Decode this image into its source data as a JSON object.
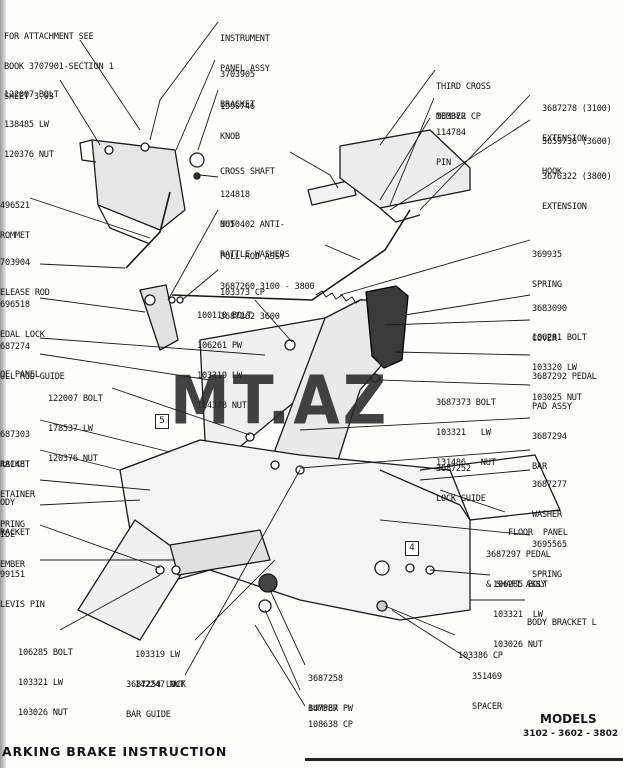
{
  "labels": {
    "attachment": [
      "FOR ATTACHMENT SEE",
      "BOOK 3707901-SECTION 1",
      "SHEET 3.03"
    ],
    "instrument_panel": [
      "INSTRUMENT",
      "PANEL ASSY"
    ],
    "bracket_3703905": [
      "3703905",
      "BRACKET"
    ],
    "knob": [
      "1990746",
      "KNOB"
    ],
    "bolt_122007_top": [
      "122007 BOLT",
      "138485 LW",
      "120376 NUT"
    ],
    "third_cross": [
      "THIRD CROSS",
      "MEMBER"
    ],
    "cp_103372": [
      "103372 CP"
    ],
    "pin_114784": [
      "114784",
      "PIN"
    ],
    "extension_3687278": [
      "3687278 (3100)",
      "EXTENSION"
    ],
    "hook_3659736": [
      "3659736 (3600)",
      "HOOK"
    ],
    "extension_3676322": [
      "3676322 (3800)",
      "EXTENSION"
    ],
    "cross_shaft": [
      "CROSS SHAFT"
    ],
    "nut_124818": [
      "124818",
      "NUT"
    ],
    "grommet": [
      "496521",
      "ROMMET"
    ],
    "washers_3650402": [
      "3650402 ANTI-",
      "RATTLE WASHERS"
    ],
    "release_rod": [
      "703904",
      "ELEASE ROD"
    ],
    "pull_rod_assy": [
      "PULL ROD ASSY",
      "3687260 3100 - 3800",
      "3687262 3600"
    ],
    "spring_369935": [
      "369935",
      "SPRING"
    ],
    "pedal_lock": [
      "696518",
      "EDAL LOCK"
    ],
    "cp_103373": [
      "103373 CP"
    ],
    "cover_3683090": [
      "3683090",
      "COVER"
    ],
    "bolt_100110": [
      "100110 BOLT",
      "106261 PW",
      "103319 LW",
      "114378 NUT"
    ],
    "bolt_106281": [
      "106281 BOLT",
      "103320 LW",
      "103025 NUT"
    ],
    "pull_rod_guide": [
      "687274",
      "ULL ROD GUIDE"
    ],
    "pedal_pad": [
      "3687292 PEDAL",
      "PAD ASSY"
    ],
    "toe_panel": [
      "OE PANEL"
    ],
    "bolt_122007_mid": [
      "122007 BOLT",
      "178537 LW",
      "120376 NUT"
    ],
    "bolt_3687373": [
      "3687373 BOLT",
      "103321   LW",
      "131486   NUT"
    ],
    "bracket_687303": [
      "687303",
      "RACKET"
    ],
    "bar_3687294": [
      "3687294",
      "BAR"
    ],
    "retainer_spring": [
      "48148",
      "ETAINER",
      "PRING"
    ],
    "lock_guide_3687252": [
      "3687252",
      "LOCK GUIDE"
    ],
    "body_bracket": [
      "ODY",
      "RACKET"
    ],
    "washer_3687277": [
      "3687277",
      "WASHER",
      "3695565",
      "SPRING"
    ],
    "floor_panel": [
      "FLOOR  PANEL"
    ],
    "side_member": [
      "IDE",
      "EMBER"
    ],
    "pedal_shaft": [
      "3687297 PEDAL",
      "& SHAFT ASSY"
    ],
    "clevis_pin": [
      "99151",
      "LEVIS PIN"
    ],
    "bolt_106285_right": [
      "106285 BOLT",
      "103321  LW",
      "103026 NUT"
    ],
    "body_bracket_lh": [
      "BODY BRACKET L"
    ],
    "bolt_106285_left": [
      "106285 BOLT",
      "103321 LW",
      "103026 NUT"
    ],
    "lw_103319": [
      "103319 LW",
      "142247 NUT"
    ],
    "cp_103386": [
      "103386 CP"
    ],
    "lock_bar_guide": [
      "3687254 LOCK",
      "BAR GUIDE"
    ],
    "bumper_3687258": [
      "3687258",
      "BUMPER"
    ],
    "spacer_351469": [
      "351469",
      "SPACER"
    ],
    "pw_147587": [
      "147587 PW"
    ],
    "cp_108638": [
      "108638 CP"
    ]
  },
  "callouts": {
    "c5": "5",
    "c4": "4"
  },
  "watermark": "MT.AZ",
  "footer": {
    "models_title": "MODELS",
    "models_list": "3102 - 3602 - 3802",
    "instruction": "ARKING  BRAKE  INSTRUCTION"
  }
}
